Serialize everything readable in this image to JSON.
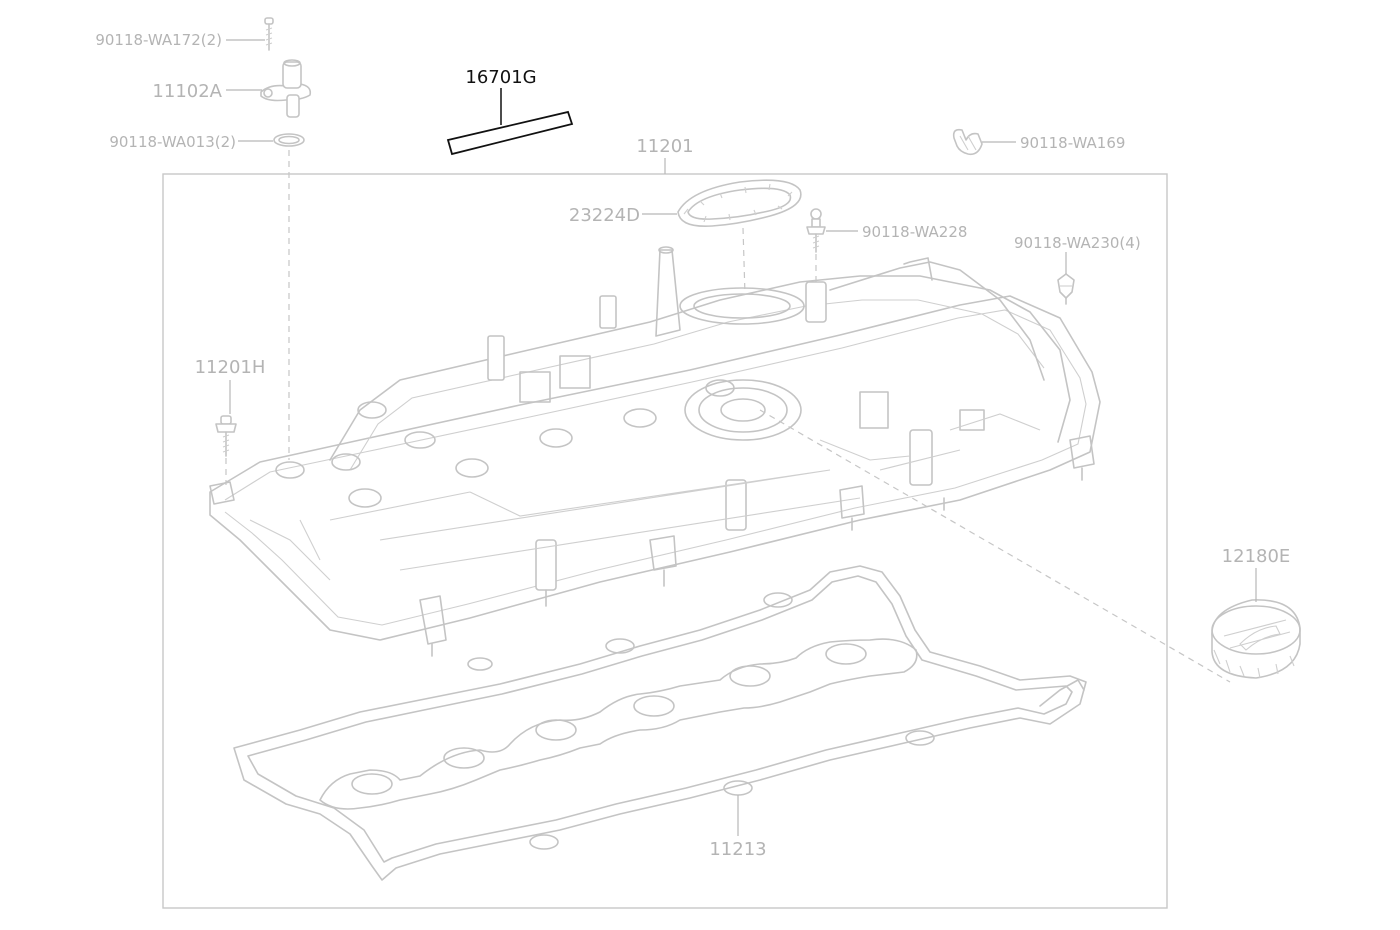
{
  "labels": {
    "p_90118_wa172": "90118-WA172(2)",
    "p_11102a": "11102A",
    "p_90118_wa013": "90118-WA013(2)",
    "p_16701g": "16701G",
    "p_11201": "11201",
    "p_90118_wa169": "90118-WA169",
    "p_23224d": "23224D",
    "p_90118_wa228": "90118-WA228",
    "p_90118_wa230": "90118-WA230(4)",
    "p_11201h": "11201H",
    "p_12180e": "12180E",
    "p_11213": "11213"
  },
  "highlighted_part": "16701G",
  "colors": {
    "highlight": "#111111",
    "part_line": "#c4c4c4",
    "label": "#b4b4b4",
    "background": "#ffffff"
  }
}
